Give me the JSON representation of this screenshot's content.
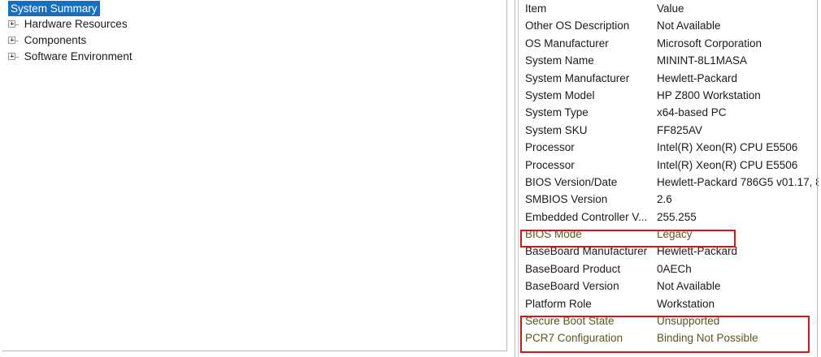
{
  "tree": {
    "root": {
      "label": "System Summary",
      "selected": true
    },
    "children": [
      {
        "label": "Hardware Resources",
        "expander": "plus-icon"
      },
      {
        "label": "Components",
        "expander": "plus-icon"
      },
      {
        "label": "Software Environment",
        "expander": "plus-icon"
      }
    ]
  },
  "details": {
    "columns": {
      "item": "Item",
      "value": "Value"
    },
    "rows": [
      {
        "item": "Other OS Description",
        "value": "Not Available",
        "highlighted": false
      },
      {
        "item": "OS Manufacturer",
        "value": "Microsoft Corporation",
        "highlighted": false
      },
      {
        "item": "System Name",
        "value": "MININT-8L1MASA",
        "highlighted": false
      },
      {
        "item": "System Manufacturer",
        "value": "Hewlett-Packard",
        "highlighted": false
      },
      {
        "item": "System Model",
        "value": "HP Z800 Workstation",
        "highlighted": false
      },
      {
        "item": "System Type",
        "value": "x64-based PC",
        "highlighted": false
      },
      {
        "item": "System SKU",
        "value": "FF825AV",
        "highlighted": false
      },
      {
        "item": "Processor",
        "value": "Intel(R) Xeon(R) CPU          E5506",
        "highlighted": false
      },
      {
        "item": "Processor",
        "value": "Intel(R) Xeon(R) CPU          E5506",
        "highlighted": false
      },
      {
        "item": "BIOS Version/Date",
        "value": "Hewlett-Packard 786G5 v01.17, 8/",
        "highlighted": false
      },
      {
        "item": "SMBIOS Version",
        "value": "2.6",
        "highlighted": false
      },
      {
        "item": "Embedded Controller V...",
        "value": "255.255",
        "highlighted": false
      },
      {
        "item": "BIOS Mode",
        "value": "Legacy",
        "highlighted": true
      },
      {
        "item": "BaseBoard Manufacturer",
        "value": "Hewlett-Packard",
        "highlighted": false
      },
      {
        "item": "BaseBoard Product",
        "value": "0AECh",
        "highlighted": false
      },
      {
        "item": "BaseBoard Version",
        "value": "Not Available",
        "highlighted": false
      },
      {
        "item": "Platform Role",
        "value": "Workstation",
        "highlighted": false
      },
      {
        "item": "Secure Boot State",
        "value": "Unsupported",
        "highlighted": true
      },
      {
        "item": "PCR7 Configuration",
        "value": "Binding Not Possible",
        "highlighted": true
      }
    ]
  },
  "annotations": [
    {
      "name": "bios-mode-highlight",
      "color": "#d81414"
    },
    {
      "name": "secure-boot-highlight",
      "color": "#d81414"
    }
  ],
  "colors": {
    "selection": "#1570c4",
    "selection_text": "#ffffff",
    "annotation": "#d81414",
    "highlighted_text": "#5d551f",
    "panel_border": "#b9b9b9"
  }
}
